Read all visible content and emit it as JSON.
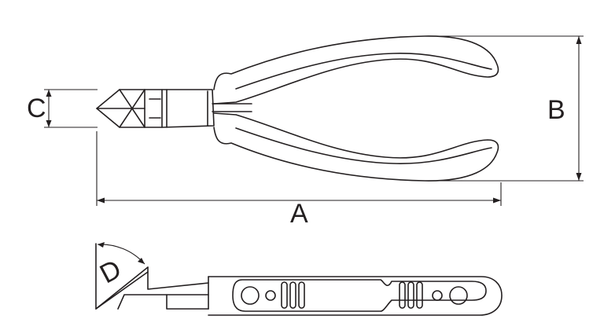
{
  "labels": {
    "length": "A",
    "height": "B",
    "jaw": "C",
    "angle": "D"
  },
  "colors": {
    "stroke": "#231f20",
    "background": "#ffffff"
  }
}
